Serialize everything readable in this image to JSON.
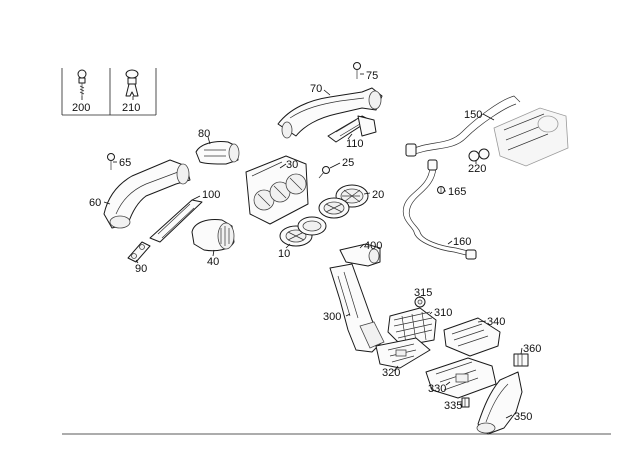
{
  "diagram": {
    "callouts": [
      {
        "id": "200",
        "label": "200"
      },
      {
        "id": "210",
        "label": "210"
      },
      {
        "id": "75",
        "label": "75"
      },
      {
        "id": "70",
        "label": "70"
      },
      {
        "id": "80",
        "label": "80"
      },
      {
        "id": "65",
        "label": "65"
      },
      {
        "id": "60",
        "label": "60"
      },
      {
        "id": "100",
        "label": "100"
      },
      {
        "id": "90",
        "label": "90"
      },
      {
        "id": "40",
        "label": "40"
      },
      {
        "id": "30",
        "label": "30"
      },
      {
        "id": "25",
        "label": "25"
      },
      {
        "id": "20",
        "label": "20"
      },
      {
        "id": "10",
        "label": "10"
      },
      {
        "id": "110",
        "label": "110"
      },
      {
        "id": "150",
        "label": "150"
      },
      {
        "id": "220",
        "label": "220"
      },
      {
        "id": "165",
        "label": "165"
      },
      {
        "id": "160",
        "label": "160"
      },
      {
        "id": "400",
        "label": "400"
      },
      {
        "id": "315",
        "label": "315"
      },
      {
        "id": "310",
        "label": "310"
      },
      {
        "id": "300",
        "label": "300"
      },
      {
        "id": "340",
        "label": "340"
      },
      {
        "id": "360",
        "label": "360"
      },
      {
        "id": "320",
        "label": "320"
      },
      {
        "id": "330",
        "label": "330"
      },
      {
        "id": "335",
        "label": "335"
      },
      {
        "id": "350",
        "label": "350"
      }
    ]
  }
}
